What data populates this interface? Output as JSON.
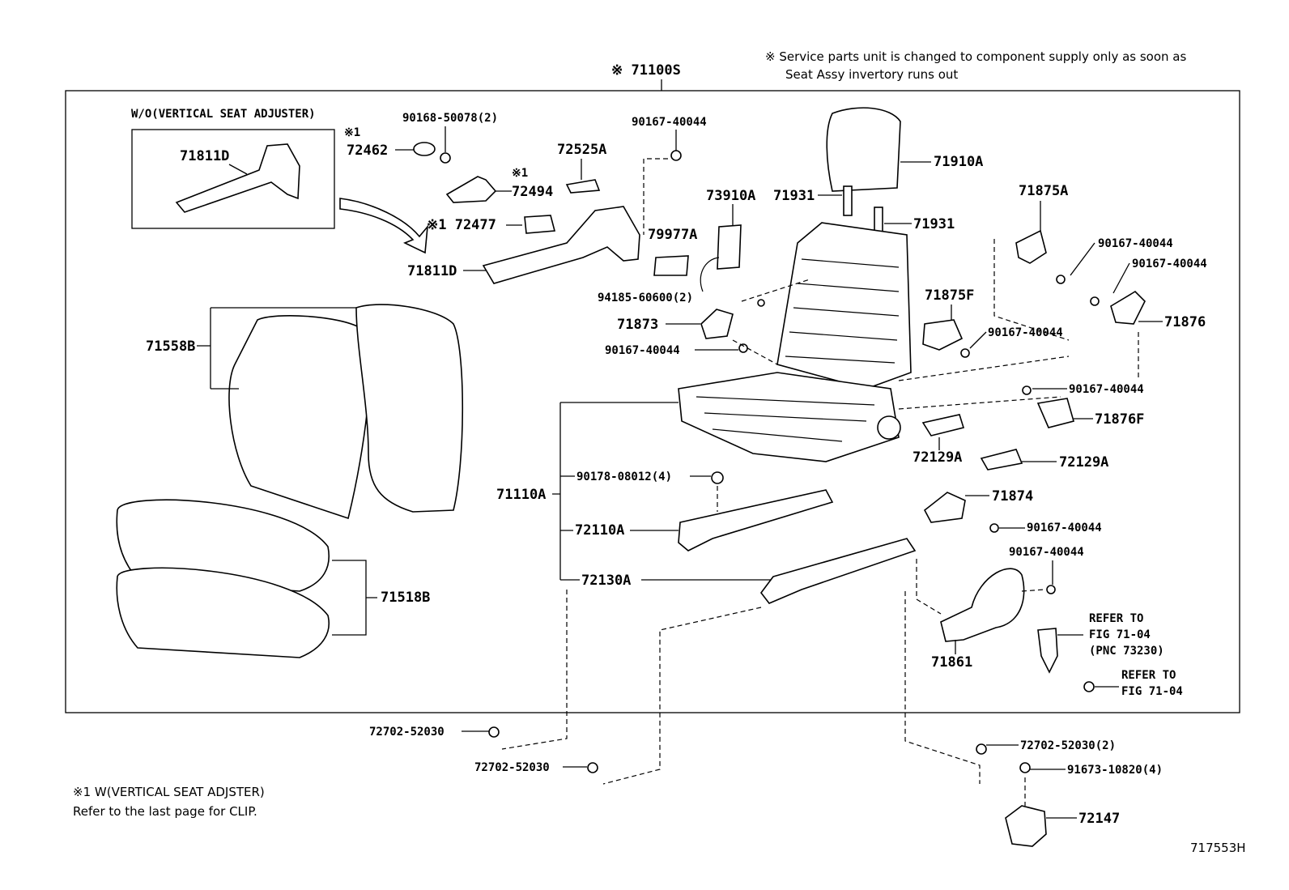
{
  "notes": {
    "service_line1": "※ Service parts unit is changed to component supply only as soon as",
    "service_line2": "Seat Assy invertory runs out",
    "footnote_line1": "※1 W(VERTICAL SEAT ADJSTER)",
    "footnote_line2": "Refer to the last page for CLIP.",
    "figure_code": "717553H"
  },
  "assembly": {
    "code": "※ 71100S"
  },
  "inset": {
    "title": "W/O(VERTICAL SEAT ADJUSTER)",
    "part": "71811D"
  },
  "labels": {
    "p71811D": "71811D",
    "p72462": "72462",
    "mark72462": "※1",
    "p90168": "90168-50078(2)",
    "p72525A": "72525A",
    "mark72494": "※1",
    "p72494": "72494",
    "p72477": "※1 72477",
    "p90167_top": "90167-40044",
    "p79977A": "79977A",
    "p73910A": "73910A",
    "p71931a": "71931",
    "p71931b": "71931",
    "p71910A": "71910A",
    "p71875A": "71875A",
    "p90167_r1": "90167-40044",
    "p90167_r2": "90167-40044",
    "p94185": "94185-60600(2)",
    "p71873": "71873",
    "p90167_l": "90167-40044",
    "p71875F": "71875F",
    "p90167_r3": "90167-40044",
    "p71876": "71876",
    "p90167_r4": "90167-40044",
    "p71876F": "71876F",
    "p71558B": "71558B",
    "p71110A": "71110A",
    "p90178": "90178-08012(4)",
    "p72110A": "72110A",
    "p72130A": "72130A",
    "p72129A_1": "72129A",
    "p72129A_2": "72129A",
    "p71874": "71874",
    "p90167_r5": "90167-40044",
    "p90167_r6": "90167-40044",
    "p71518B": "71518B",
    "p71861": "71861",
    "refer1_l1": "REFER TO",
    "refer1_l2": "FIG 71-04",
    "refer1_l3": "(PNC 73230)",
    "refer2_l1": "REFER TO",
    "refer2_l2": "FIG 71-04",
    "p72702_a": "72702-52030",
    "p72702_b": "72702-52030",
    "p72702_c": "72702-52030(2)",
    "p91673": "91673-10820(4)",
    "p72147": "72147"
  },
  "icons": [
    "seat-cover-icon",
    "cushion-icon",
    "headrest-icon",
    "frame-icon",
    "rail-icon",
    "bolt-icon",
    "cover-icon",
    "arrow-icon"
  ]
}
